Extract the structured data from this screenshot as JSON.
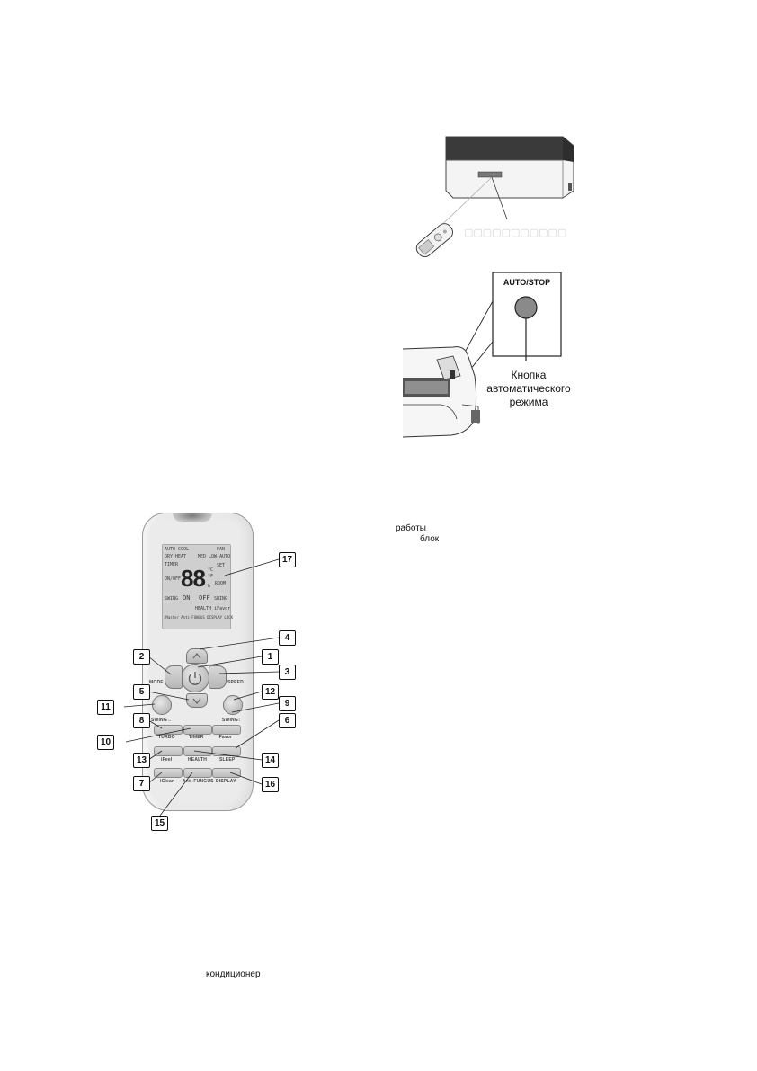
{
  "unit_figure": {
    "panel_button_label": "AUTO/STOP",
    "caption_lines": [
      "Кнопка",
      "автоматического",
      "режима"
    ]
  },
  "text_fragments": {
    "raboty": "работы",
    "blok": "блок",
    "konditsioner": "кондиционер"
  },
  "remote": {
    "lcd": {
      "row1_left": "AUTO COOL",
      "row1_right": "FAN",
      "row2": "DRY HEAT",
      "row2_right": "MED LOW AUTO",
      "timer": "TIMER",
      "set": "SET",
      "onoff": "ON/OFF",
      "digits": "88",
      "unit_c": "°C",
      "unit_f": "°F",
      "unit_h": "h",
      "room": "ROOM",
      "swing_lr": "SWING",
      "on_off_mid": "ON",
      "off_mid": "OFF",
      "swing_ud": "SWING",
      "health_ifavor": "HEALTH  iFavor",
      "bottom": "iMaster  Anti-FUNGUS  DISPLAY  LOCK"
    },
    "labels": {
      "mode": "MODE",
      "speed": "SPEED",
      "swing_lr": "SWING↔",
      "swing_ud": "SWING↕",
      "turbo": "TURBO",
      "timer": "TIMER",
      "ifavor": "iFavor",
      "ifeel": "iFeel",
      "sleep": "SLEEP",
      "health": "HEALTH",
      "iclean": "iClean",
      "antifungus": "Anti-FUNGUS",
      "display": "DISPLAY"
    },
    "callouts": {
      "c1": "1",
      "c2": "2",
      "c3": "3",
      "c4": "4",
      "c5": "5",
      "c6": "6",
      "c7": "7",
      "c8": "8",
      "c9": "9",
      "c10": "10",
      "c11": "11",
      "c12": "12",
      "c13": "13",
      "c14": "14",
      "c15": "15",
      "c16": "16",
      "c17": "17"
    }
  }
}
